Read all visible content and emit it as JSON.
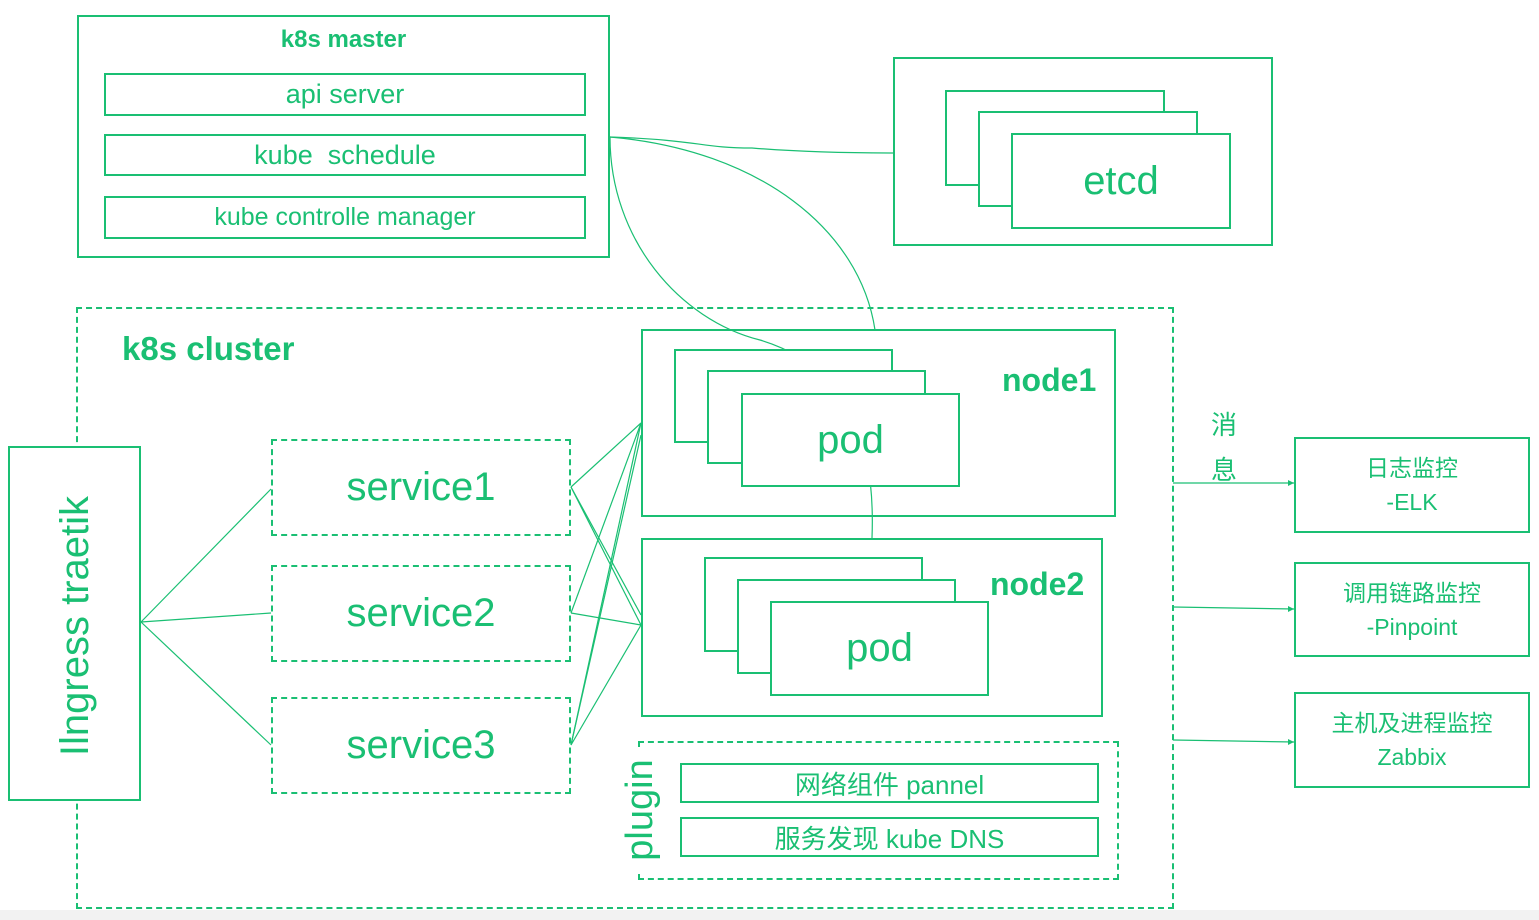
{
  "master": {
    "title": "k8s master",
    "items": [
      "api server",
      "kube  schedule",
      "kube controlle manager"
    ]
  },
  "etcd": {
    "label": "etcd"
  },
  "cluster": {
    "title": "k8s cluster",
    "ingress": "Ilngress traetik",
    "services": [
      "service1",
      "service2",
      "service3"
    ],
    "nodes": [
      {
        "label": "node1",
        "pod": "pod"
      },
      {
        "label": "node2",
        "pod": "pod"
      }
    ],
    "plugin": {
      "label": "plugin",
      "items": [
        "网络组件 pannel",
        "服务发现 kube DNS"
      ]
    }
  },
  "message_label": {
    "line1": "消",
    "line2": "息"
  },
  "monitors": [
    {
      "line1": "日志监控",
      "line2": "-ELK"
    },
    {
      "line1": "调用链路监控",
      "line2": "-Pinpoint"
    },
    {
      "line1": "主机及进程监控",
      "line2": "Zabbix"
    }
  ],
  "colors": {
    "accent": "#1abf73"
  }
}
